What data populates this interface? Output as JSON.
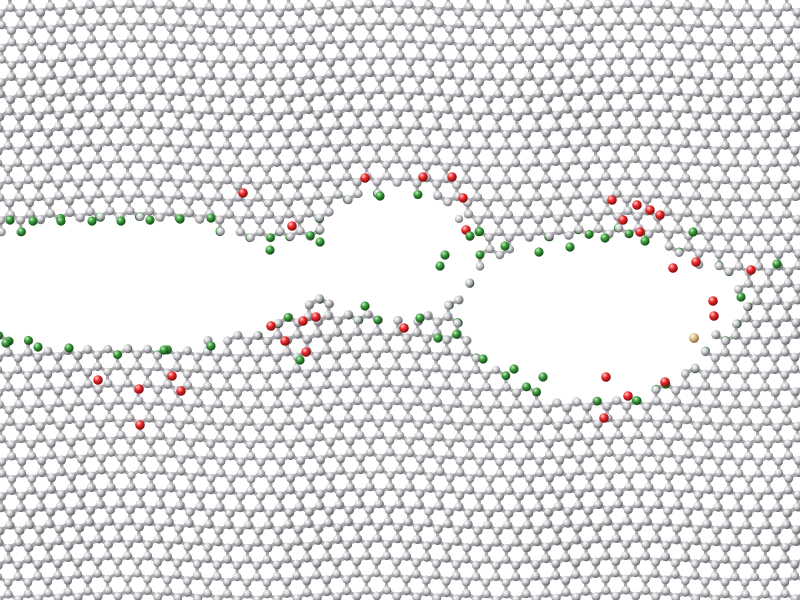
{
  "image": {
    "subject": "molecular-lattice-render",
    "atom_types": [
      {
        "name": "carbon",
        "color": "#c4c4c8"
      },
      {
        "name": "oxygen",
        "color": "#e8262a"
      },
      {
        "name": "edge-carbon",
        "color": "#3a9a3c"
      },
      {
        "name": "sulfur",
        "color": "#e4c58c"
      }
    ],
    "bond_color": "#a8a8ac",
    "background": "#ffffff"
  }
}
